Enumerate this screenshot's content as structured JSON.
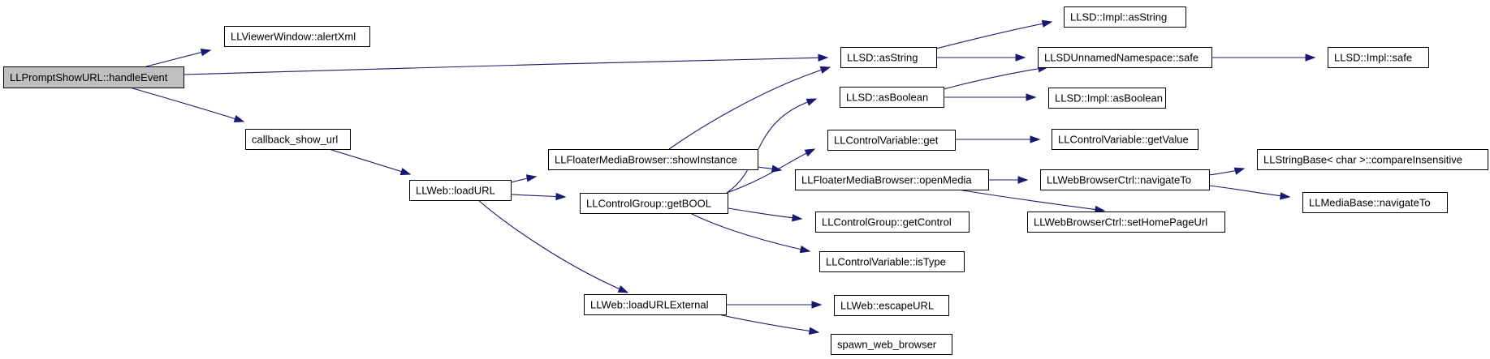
{
  "diagram": {
    "type": "call-graph",
    "root": "LLPromptShowURL::handleEvent",
    "colors": {
      "root_fill": "#bfbfbf",
      "node_fill": "#ffffff",
      "edge": "#191970",
      "border": "#000000"
    },
    "nodes": [
      {
        "id": "root",
        "label": "LLPromptShowURL::handleEvent",
        "root": true
      },
      {
        "id": "alertxml",
        "label": "LLViewerWindow::alertXml"
      },
      {
        "id": "callback",
        "label": "callback_show_url"
      },
      {
        "id": "loadurl",
        "label": "LLWeb::loadURL"
      },
      {
        "id": "showinst",
        "label": "LLFloaterMediaBrowser::showInstance"
      },
      {
        "id": "getbool",
        "label": "LLControlGroup::getBOOL"
      },
      {
        "id": "loadext",
        "label": "LLWeb::loadURLExternal"
      },
      {
        "id": "asstring",
        "label": "LLSD::asString"
      },
      {
        "id": "asbool",
        "label": "LLSD::asBoolean"
      },
      {
        "id": "cvget",
        "label": "LLControlVariable::get"
      },
      {
        "id": "openmedia",
        "label": "LLFloaterMediaBrowser::openMedia"
      },
      {
        "id": "getcontrol",
        "label": "LLControlGroup::getControl"
      },
      {
        "id": "istype",
        "label": "LLControlVariable::isType"
      },
      {
        "id": "escape",
        "label": "LLWeb::escapeURL"
      },
      {
        "id": "spawn",
        "label": "spawn_web_browser"
      },
      {
        "id": "implasstring",
        "label": "LLSD::Impl::asString"
      },
      {
        "id": "safe",
        "label": "LLSDUnnamedNamespace::safe"
      },
      {
        "id": "implasbool",
        "label": "LLSD::Impl::asBoolean"
      },
      {
        "id": "getvalue",
        "label": "LLControlVariable::getValue"
      },
      {
        "id": "navigate",
        "label": "LLWebBrowserCtrl::navigateTo"
      },
      {
        "id": "sethome",
        "label": "LLWebBrowserCtrl::setHomePageUrl"
      },
      {
        "id": "implsafe",
        "label": "LLSD::Impl::safe"
      },
      {
        "id": "compare",
        "label": "LLStringBase< char >::compareInsensitive"
      },
      {
        "id": "medianav",
        "label": "LLMediaBase::navigateTo"
      }
    ],
    "edges": [
      {
        "from": "root",
        "to": "alertxml"
      },
      {
        "from": "root",
        "to": "asstring"
      },
      {
        "from": "root",
        "to": "callback"
      },
      {
        "from": "callback",
        "to": "loadurl"
      },
      {
        "from": "loadurl",
        "to": "showinst"
      },
      {
        "from": "loadurl",
        "to": "getbool"
      },
      {
        "from": "loadurl",
        "to": "loadext"
      },
      {
        "from": "showinst",
        "to": "asstring"
      },
      {
        "from": "showinst",
        "to": "openmedia"
      },
      {
        "from": "getbool",
        "to": "asbool"
      },
      {
        "from": "getbool",
        "to": "cvget"
      },
      {
        "from": "getbool",
        "to": "getcontrol"
      },
      {
        "from": "getbool",
        "to": "istype"
      },
      {
        "from": "loadext",
        "to": "escape"
      },
      {
        "from": "loadext",
        "to": "spawn"
      },
      {
        "from": "asstring",
        "to": "implasstring"
      },
      {
        "from": "asstring",
        "to": "safe"
      },
      {
        "from": "asbool",
        "to": "safe"
      },
      {
        "from": "asbool",
        "to": "implasbool"
      },
      {
        "from": "cvget",
        "to": "getvalue"
      },
      {
        "from": "openmedia",
        "to": "navigate"
      },
      {
        "from": "openmedia",
        "to": "sethome"
      },
      {
        "from": "safe",
        "to": "implsafe"
      },
      {
        "from": "navigate",
        "to": "compare"
      },
      {
        "from": "navigate",
        "to": "medianav"
      }
    ]
  }
}
